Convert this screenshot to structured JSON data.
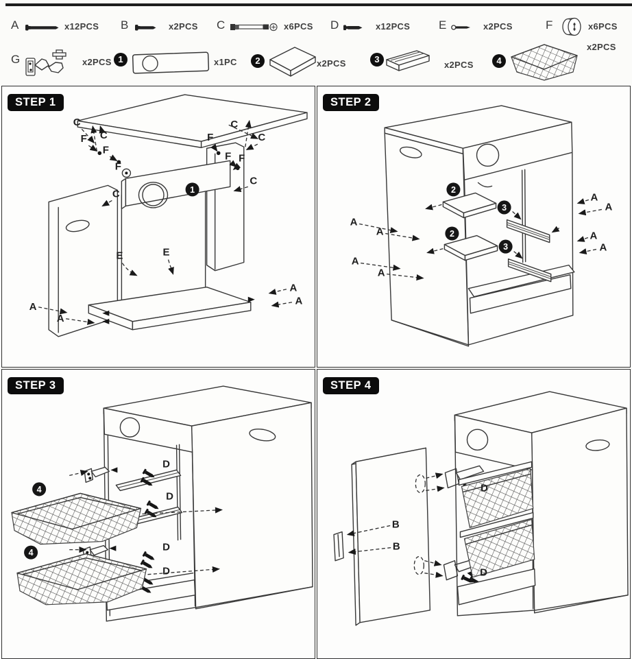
{
  "colors": {
    "ink": "#2e2e2e",
    "badge_bg": "#0c0c0c",
    "badge_text": "#ffffff",
    "paper": "#fbfbf9"
  },
  "hardware": [
    {
      "id": "A",
      "qty": "x12PCS",
      "icon": "long-bolt-icon"
    },
    {
      "id": "B",
      "qty": "x2PCS",
      "icon": "short-bolt-icon"
    },
    {
      "id": "C",
      "qty": "x6PCS",
      "icon": "cam-bolt-icon"
    },
    {
      "id": "D",
      "qty": "x12PCS",
      "icon": "wood-screw-icon"
    },
    {
      "id": "E",
      "qty": "x2PCS",
      "icon": "small-screw-icon"
    },
    {
      "id": "F",
      "qty": "x6PCS",
      "icon": "cam-lock-icon"
    },
    {
      "id": "G",
      "qty": "x2PCS",
      "icon": "hinge-bracket-icon"
    }
  ],
  "components": [
    {
      "id": "1",
      "qty": "x1PC",
      "icon": "top-front-rail-icon"
    },
    {
      "id": "2",
      "qty": "x2PCS",
      "icon": "shelf-board-icon"
    },
    {
      "id": "3",
      "qty": "x2PCS",
      "icon": "support-rail-icon"
    },
    {
      "id": "4",
      "qty": "x2PCS",
      "icon": "wire-basket-icon"
    }
  ],
  "steps": [
    {
      "label": "STEP 1",
      "fastener_callouts": {
        "C": [
          "C",
          "C",
          "C",
          "C",
          "C",
          "C"
        ],
        "F": [
          "F",
          "F",
          "F",
          "F",
          "F",
          "F"
        ],
        "E": [
          "E",
          "E"
        ],
        "A": [
          "A",
          "A",
          "A",
          "A"
        ]
      },
      "part_markers": [
        "1"
      ]
    },
    {
      "label": "STEP 2",
      "fastener_callouts": {
        "A": [
          "A",
          "A",
          "A",
          "A",
          "A",
          "A",
          "A",
          "A"
        ]
      },
      "part_markers": [
        "2",
        "2",
        "3",
        "3"
      ]
    },
    {
      "label": "STEP 3",
      "fastener_callouts": {
        "D": [
          "D",
          "D",
          "D",
          "D"
        ]
      },
      "part_markers": [
        "4",
        "4"
      ]
    },
    {
      "label": "STEP 4",
      "fastener_callouts": {
        "B": [
          "B",
          "B"
        ],
        "D": [
          "D",
          "D"
        ]
      },
      "part_markers": []
    }
  ]
}
